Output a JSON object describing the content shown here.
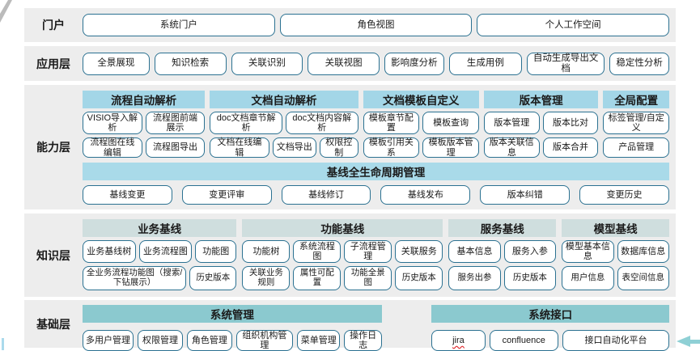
{
  "colors": {
    "band_bg": "#EDEDED",
    "btn_border": "#2B7191",
    "header_blue": "#A3D6E7",
    "header_gray": "#CFDEDE",
    "header_teal": "#8BC9CF",
    "banner_blue": "#A9DAE9",
    "arrow_teal": "#8FD0D5",
    "corner_gray": "#BBBBBB",
    "text": "#1A1A1A"
  },
  "portal": {
    "label": "门户",
    "items": [
      "系统门户",
      "角色视图",
      "个人工作空间"
    ]
  },
  "application": {
    "label": "应用层",
    "items": [
      "全景展现",
      "知识检索",
      "关联识别",
      "关联视图",
      "影响度分析",
      "生成用例",
      "自动生成导出文档",
      "稳定性分析"
    ]
  },
  "capability": {
    "label": "能力层",
    "groups": [
      {
        "title": "流程自动解析",
        "rows": [
          [
            "VISIO导入解析",
            "流程图前端展示"
          ],
          [
            "流程图在线编辑",
            "流程图导出"
          ]
        ]
      },
      {
        "title": "文档自动解析",
        "rows": [
          [
            "doc文档章节解析",
            "doc文档内容解析"
          ],
          [
            "文档在线编辑",
            "文档导出",
            "权限控制"
          ]
        ]
      },
      {
        "title": "文档模板自定义",
        "rows": [
          [
            "模板章节配置",
            "模板查询"
          ],
          [
            "模板引用关系",
            "模板版本管理"
          ]
        ]
      },
      {
        "title": "版本管理",
        "rows": [
          [
            "版本管理",
            "版本比对"
          ],
          [
            "版本关联信息",
            "版本合并"
          ]
        ]
      },
      {
        "title": "全局配置",
        "rows": [
          [
            "标签管理/自定义"
          ],
          [
            "产品管理"
          ]
        ]
      }
    ],
    "banner": "基线全生命周期管理",
    "baseline_items": [
      "基线变更",
      "变更评审",
      "基线修订",
      "基线发布",
      "版本纠错",
      "变更历史"
    ]
  },
  "knowledge": {
    "label": "知识层",
    "groups": [
      {
        "title": "业务基线",
        "rows": [
          [
            "业务基线树",
            "业务流程图",
            "功能图"
          ],
          [
            "全业务流程功能图（搜索/下钻展示）",
            "历史版本"
          ]
        ]
      },
      {
        "title": "功能基线",
        "rows": [
          [
            "功能树",
            "系统流程图",
            "子流程管理",
            "关联服务"
          ],
          [
            "关联业务规则",
            "属性可配置",
            "功能全景图",
            "历史版本"
          ]
        ]
      },
      {
        "title": "服务基线",
        "rows": [
          [
            "基本信息",
            "服务入参"
          ],
          [
            "服务出参",
            "历史版本"
          ]
        ]
      },
      {
        "title": "模型基线",
        "rows": [
          [
            "模型基本信息",
            "数据库信息"
          ],
          [
            "用户信息",
            "表空间信息"
          ]
        ]
      }
    ]
  },
  "foundation": {
    "label": "基础层",
    "groups": [
      {
        "title": "系统管理",
        "items": [
          "多用户管理",
          "权限管理",
          "角色管理",
          "组织机构管理",
          "菜单管理",
          "操作日志"
        ]
      },
      {
        "title": "系统接口",
        "items": [
          "jira",
          "confluence",
          "接口自动化平台"
        ]
      }
    ]
  }
}
